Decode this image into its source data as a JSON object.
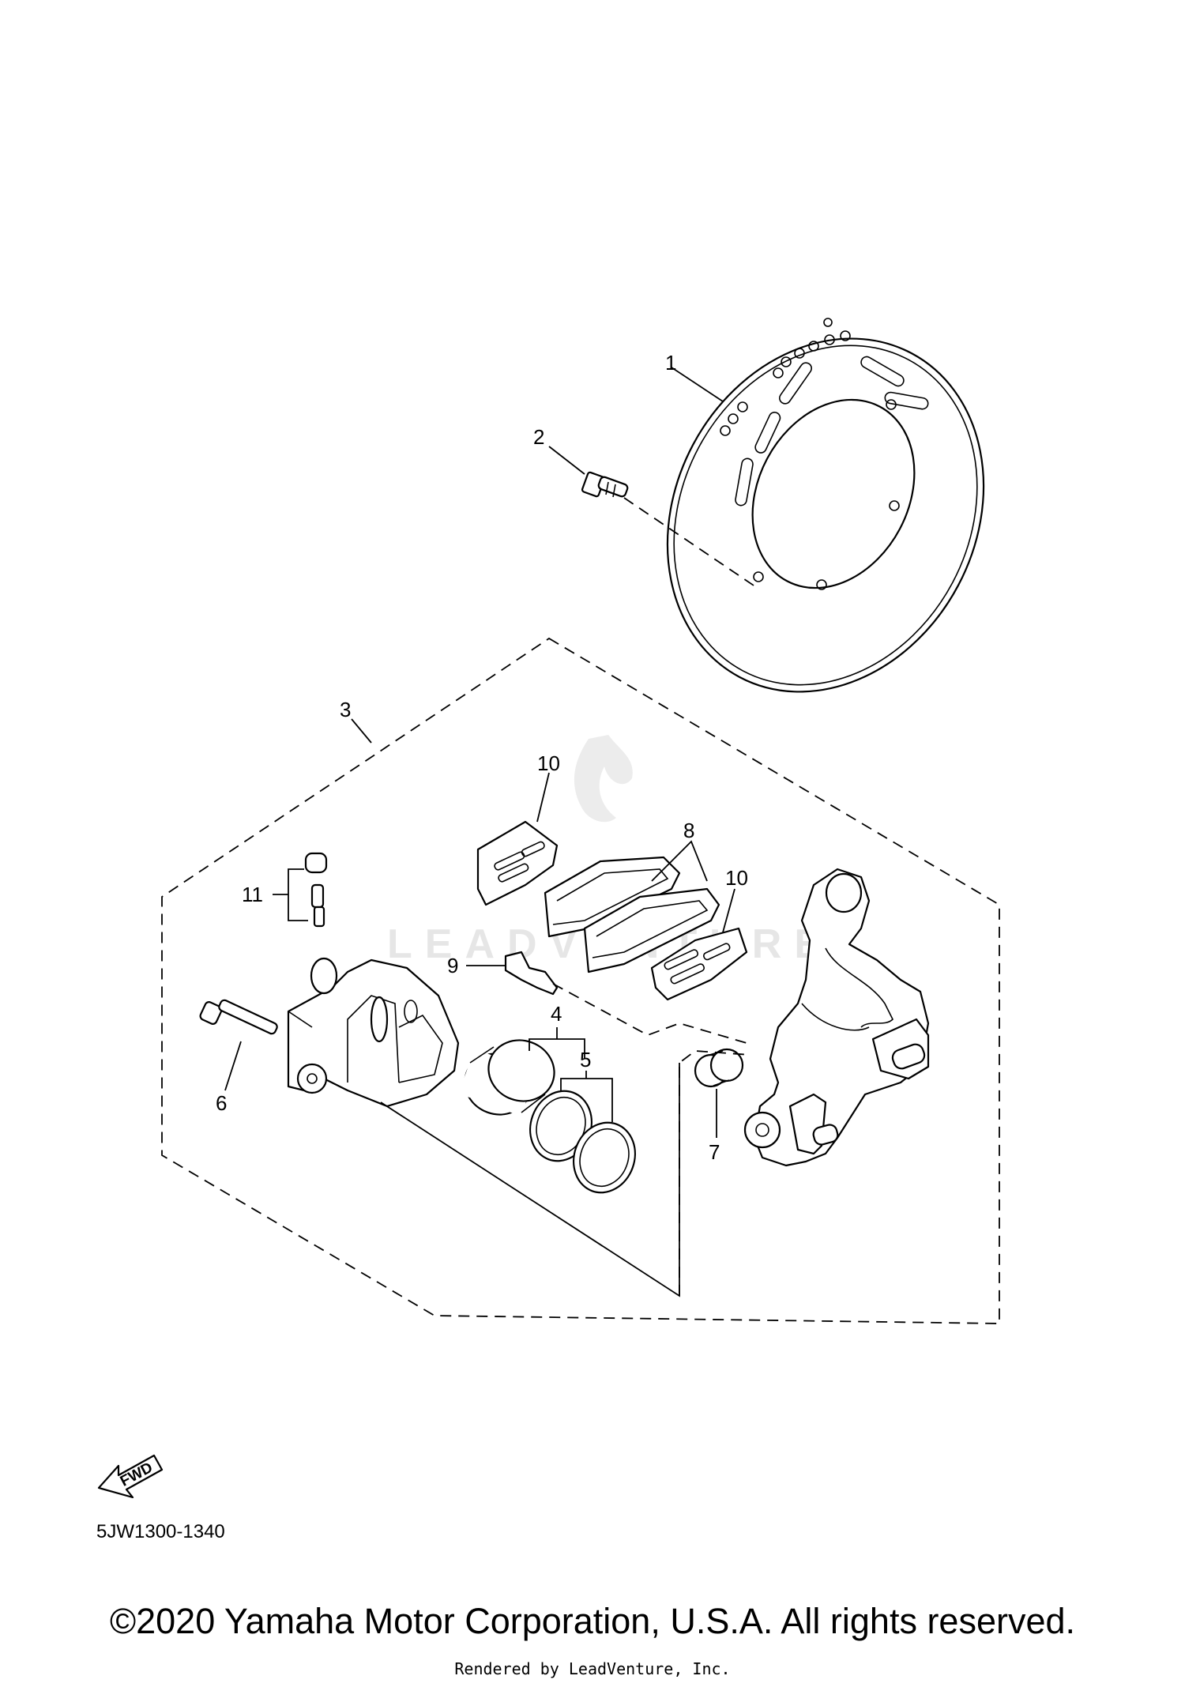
{
  "watermark": {
    "text": "LEADVENTURE"
  },
  "callouts": {
    "c1": "1",
    "c2": "2",
    "c3": "3",
    "c4": "4",
    "c5": "5",
    "c6": "6",
    "c7": "7",
    "c8": "8",
    "c9": "9",
    "c10a": "10",
    "c10b": "10",
    "c11": "11"
  },
  "fwd_label": "FWD",
  "diagram_code": "5JW1300-1340",
  "copyright": "©2020 Yamaha Motor Corporation, U.S.A. All rights reserved.",
  "rendered_by": "Rendered by LeadVenture, Inc."
}
